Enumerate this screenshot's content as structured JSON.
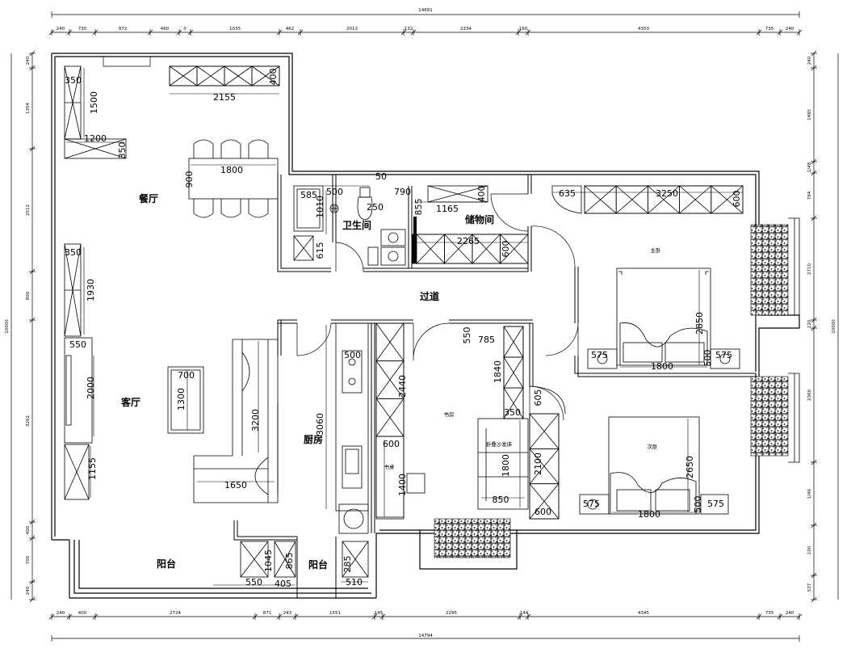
{
  "colors": {
    "line": "#000000",
    "background": "#ffffff",
    "stone": "#444444"
  },
  "rooms": {
    "dining": "餐厅",
    "living": "客厅",
    "bath": "卫生间",
    "storage": "储物间",
    "corridor": "过道",
    "master": "主卧",
    "second": "次卧",
    "study": "书房",
    "kitchen": "厨房",
    "balcony_1": "阳台",
    "balcony_2": "阳台"
  },
  "labels": {
    "sofa_bed": "折叠沙发床",
    "desk": "书桌"
  },
  "dims": {
    "d350_a": "350",
    "d1500": "1500",
    "d1200": "1200",
    "d350_b": "350",
    "d2155": "2155",
    "d400_a": "400",
    "d900": "900",
    "d1800_table": "1800",
    "d350_c": "350",
    "d1930": "1930",
    "d550_a": "550",
    "d2000": "2000",
    "d1155": "1155",
    "d700": "700",
    "d1300": "1300",
    "d3200": "3200",
    "d1650": "1650",
    "d585": "585",
    "d500": "500",
    "d50": "50",
    "d790": "790",
    "d1010": "1010",
    "d250": "250",
    "d615": "615",
    "d855": "855",
    "d400_b": "400",
    "d1165": "1165",
    "d2265": "2265",
    "d600_a": "600",
    "d635": "635",
    "d3250": "3250",
    "d600_b": "600",
    "d2850_a": "2850",
    "d575_a": "575",
    "d1800_bed1": "1800",
    "d500_b": "500",
    "d575_b": "575",
    "d500_c": "500",
    "d3060": "3060",
    "d600_c": "600",
    "d2440": "2440",
    "d550_b": "550",
    "d785": "785",
    "d1840": "1840",
    "d350_d": "350",
    "d605": "605",
    "d2100": "2100",
    "d1800_sofa": "1800",
    "d1400": "1400",
    "d850": "850",
    "d600_d": "600",
    "d2650": "2650",
    "d575_c": "575",
    "d1800_bed2": "1800",
    "d500_d": "500",
    "d575_d": "575",
    "d550_c": "550",
    "d1045": "1045",
    "d405": "405",
    "d865": "865",
    "d510": "510",
    "d285": "285"
  },
  "top_dims": [
    "240",
    "730",
    "972",
    "460",
    "0",
    "1035",
    "462",
    "2012",
    "132",
    "2334",
    "160",
    "4350",
    "735",
    "240"
  ],
  "top_total": "14691",
  "bottom_dims": [
    "240",
    "400",
    "2724",
    "871",
    "243",
    "1551",
    "145",
    "2295",
    "144",
    "4345",
    "735",
    "240"
  ],
  "bottom_total": "14794",
  "left_dims": [
    "240",
    "1354",
    "2512",
    "800",
    "3262",
    "400",
    "700",
    "240"
  ],
  "left_total": "10000",
  "right_dims": [
    "240",
    "1485",
    "1/48",
    "784",
    "2710",
    "120",
    "2360",
    "1/46",
    "100",
    "537"
  ],
  "right_total": "10000"
}
